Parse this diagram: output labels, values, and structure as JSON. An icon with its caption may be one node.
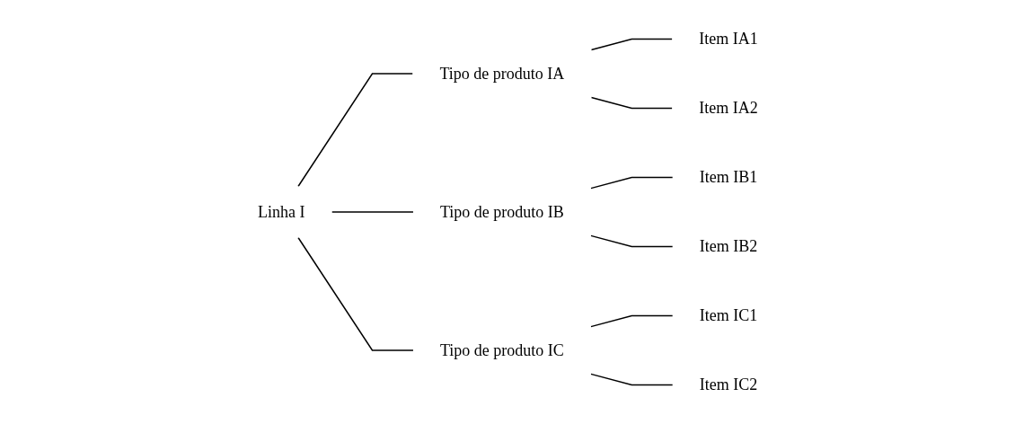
{
  "diagram": {
    "nodes": [
      {
        "text": [
          "Linha I"
        ]
      },
      {
        "text": [
          "Tipo de produto IA"
        ]
      },
      {
        "text": [
          "Tipo de produto IB"
        ]
      },
      {
        "text": [
          "Tipo de produto IC"
        ]
      },
      {
        "text": [
          "Item IA1"
        ]
      },
      {
        "text": [
          "Item IA2"
        ]
      },
      {
        "text": [
          "Item IB1"
        ]
      },
      {
        "text": [
          "Item IB2"
        ]
      },
      {
        "text": [
          "Item IC1"
        ]
      },
      {
        "text": [
          "Item IC2"
        ]
      }
    ],
    "edges": [
      {
        "from": 0,
        "to": 1,
        "arrow": "none"
      },
      {
        "from": 0,
        "to": 2,
        "arrow": "none"
      },
      {
        "from": 0,
        "to": 3,
        "arrow": "none"
      },
      {
        "from": 1,
        "to": 4,
        "arrow": "none"
      },
      {
        "from": 1,
        "to": 5,
        "arrow": "none"
      },
      {
        "from": 2,
        "to": 6,
        "arrow": "none"
      },
      {
        "from": 2,
        "to": 7,
        "arrow": "none"
      },
      {
        "from": 3,
        "to": 8,
        "arrow": "none"
      },
      {
        "from": 3,
        "to": 9,
        "arrow": "none"
      }
    ]
  }
}
